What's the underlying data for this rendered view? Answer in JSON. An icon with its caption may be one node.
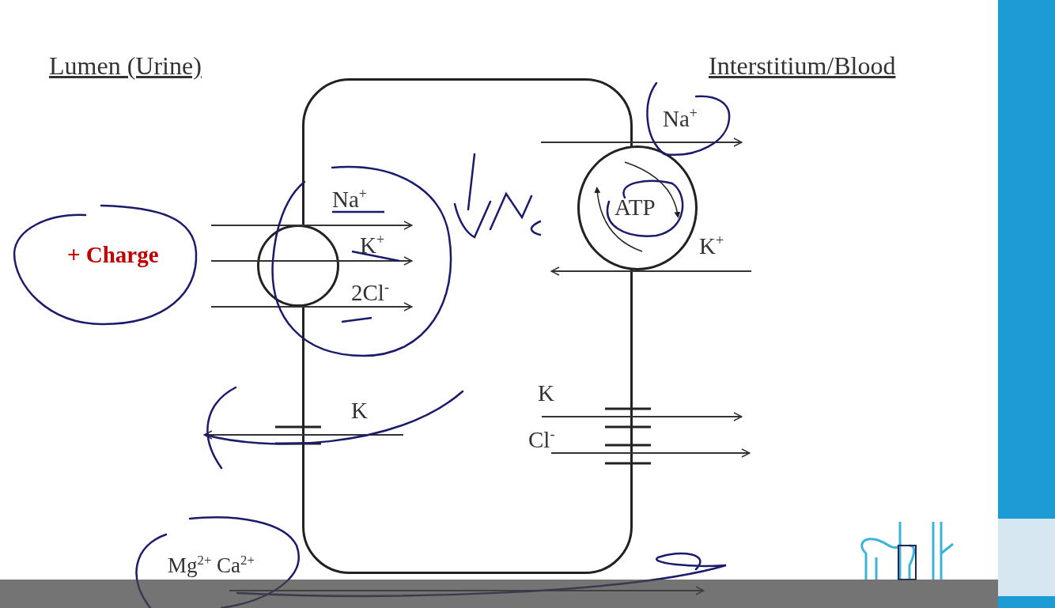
{
  "diagram": {
    "nodes": [
      {
        "text": [],
        "shape": "box"
      },
      {
        "text": [],
        "shape": "circle"
      },
      {
        "text": [
          "ATP"
        ]
      }
    ],
    "labels": [
      "Lumen (Urine)",
      "Interstitium/Blood",
      "Na$^{+}$",
      "Na$^{+}$",
      "+ Charge",
      "K$^{+}$",
      "K$^{+}$",
      "2Cl$^{-}$",
      "K",
      "K",
      "Cl$^{-}$",
      "Mg$^{2+}$ Ca$^{2+}$"
    ]
  }
}
